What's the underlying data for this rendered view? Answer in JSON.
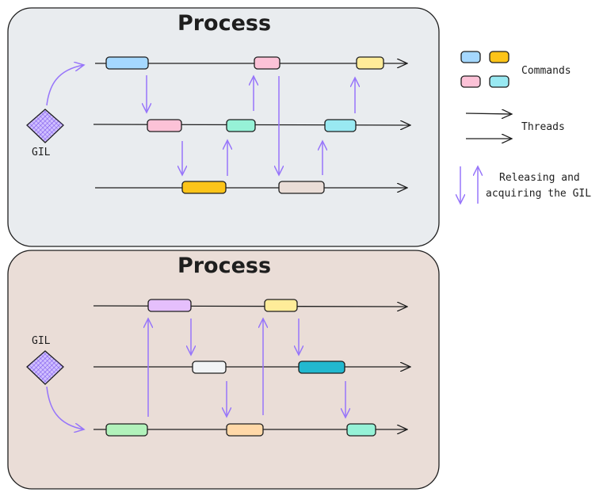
{
  "processes": [
    {
      "title": "Process",
      "fill": "#e9ecef",
      "gil_label": "GIL"
    },
    {
      "title": "Process",
      "fill": "#eaddd7",
      "gil_label": "GIL"
    }
  ],
  "legend": {
    "commands_label": "Commands",
    "threads_label": "Threads",
    "gil_label_line1": "Releasing and",
    "gil_label_line2": "acquiring the GIL",
    "command_colors": [
      "#a5d8ff",
      "#ffd43b",
      "#fcc2d7",
      "#99e9f2"
    ]
  },
  "colors": {
    "gil_arrow": "#9775fa",
    "gil_diamond": "#d0bfff",
    "border": "#1e1e1e",
    "cmd_blue": "#a5d8ff",
    "cmd_pink": "#fcc2d7",
    "cmd_yellow": "#ffec99",
    "cmd_green": "#96f2d7",
    "cmd_cyan": "#99e9f2",
    "cmd_gold": "#fcc419",
    "cmd_beige": "#eaddd7",
    "cmd_violet": "#e5bffc",
    "cmd_white": "#f1f3f5",
    "cmd_teal": "#22b8cf",
    "cmd_lime": "#b2f2bb",
    "cmd_orange": "#ffd8a8",
    "cmd_mint": "#96f2d7"
  }
}
